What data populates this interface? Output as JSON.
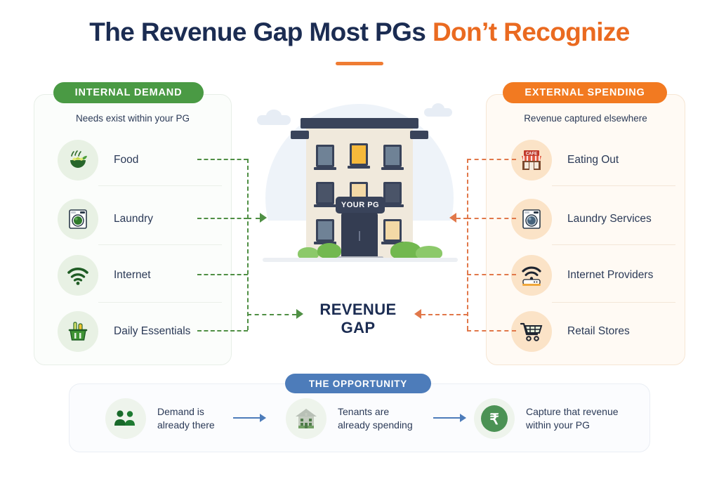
{
  "title": {
    "part1": "The Revenue Gap Most PGs ",
    "part2": "Don’t Recognize"
  },
  "colors": {
    "navy": "#1b2c52",
    "orange": "#ef7c33",
    "green": "#4a9a44",
    "blue": "#4d7cba"
  },
  "left_panel": {
    "badge": "INTERNAL DEMAND",
    "subtitle": "Needs exist within your PG",
    "items": [
      {
        "label": "Food",
        "icon": "food-bowl-icon"
      },
      {
        "label": "Laundry",
        "icon": "washing-machine-icon"
      },
      {
        "label": "Internet",
        "icon": "wifi-icon"
      },
      {
        "label": "Daily Essentials",
        "icon": "shopping-basket-icon"
      }
    ]
  },
  "right_panel": {
    "badge": "EXTERNAL SPENDING",
    "subtitle": "Revenue captured elsewhere",
    "items": [
      {
        "label": "Eating Out",
        "icon": "cafe-storefront-icon",
        "sign": "CAFE"
      },
      {
        "label": "Laundry Services",
        "icon": "washing-machine-icon"
      },
      {
        "label": "Internet Providers",
        "icon": "wifi-router-icon"
      },
      {
        "label": "Retail Stores",
        "icon": "shopping-cart-icon"
      }
    ]
  },
  "center": {
    "building_sign": "YOUR PG",
    "gap_line1": "REVENUE",
    "gap_line2": "GAP"
  },
  "bottom_panel": {
    "badge": "THE OPPORTUNITY",
    "steps": [
      {
        "text": "Demand is\nalready there",
        "icon": "people-group-icon"
      },
      {
        "text": "Tenants are\nalready spending",
        "icon": "house-icon"
      },
      {
        "text": "Capture that revenue\nwithin your PG",
        "icon": "rupee-coin-icon"
      }
    ]
  }
}
